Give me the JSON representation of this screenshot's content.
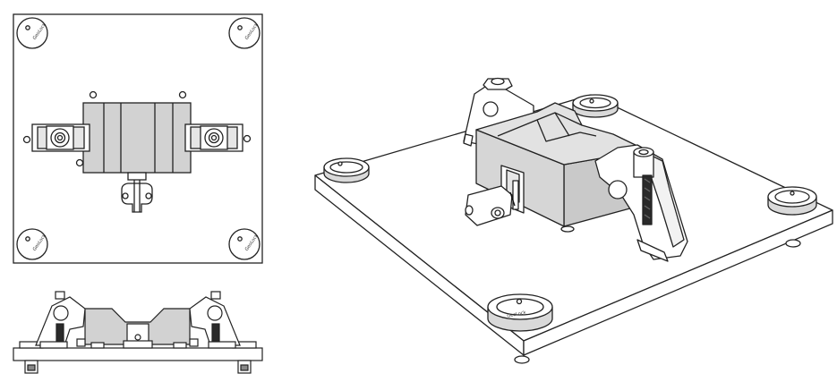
{
  "drawing": {
    "views": [
      {
        "name": "Top view"
      },
      {
        "name": "Front view"
      },
      {
        "name": "Isometric view"
      }
    ],
    "magnet_logo_text": "GeoLock",
    "colors": {
      "line": "#222222",
      "block_fill": "#d2d2d2",
      "block_shade": "#bdbdbd",
      "plate_fill": "#ffffff",
      "dark_part": "#2a2a2a"
    }
  }
}
